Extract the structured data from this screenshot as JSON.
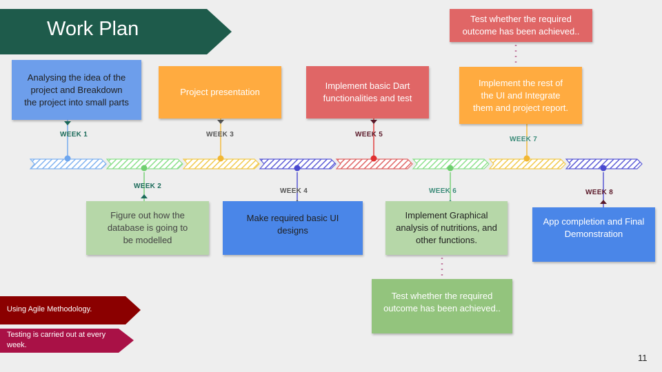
{
  "title": "Work Plan",
  "colors": {
    "title_banner": "#1e5b4b",
    "page_bg": "#eeeeee",
    "agile_banner": "#8b0000",
    "testing_banner": "#a91146"
  },
  "weeks": [
    {
      "label": "WEEK 1",
      "color": "#1b6b5a",
      "segment_color": "#7fb2f0",
      "dot": "#6ea6ee",
      "task": "Analysing the idea of the project and Breakdown the project into small parts",
      "box_color": "#6d9eeb",
      "text_color": "#1f1f1f"
    },
    {
      "label": "WEEK 2",
      "color": "#1b6b5a",
      "segment_color": "#8be08b",
      "dot": "#6fcf6f",
      "task": "Figure out how the database is going to be modelled",
      "box_color": "#b6d7a8",
      "text_color": "#444444"
    },
    {
      "label": "WEEK 3",
      "color": "#555555",
      "segment_color": "#f2c94c",
      "dot": "#f2b733",
      "task": "Project presentation",
      "box_color": "#ffab40",
      "text_color": "#ffffff"
    },
    {
      "label": "WEEK 4",
      "color": "#555555",
      "segment_color": "#5b5bd6",
      "dot": "#4a4ad0",
      "task": "Make required basic UI designs",
      "box_color": "#4a86e8",
      "text_color": "#1f1f1f"
    },
    {
      "label": "WEEK 5",
      "color": "#5b1a2a",
      "segment_color": "#e06666",
      "dot": "#e03131",
      "task": "Implement basic Dart functionalities and test",
      "box_color": "#e06666",
      "text_color": "#ffffff"
    },
    {
      "label": "WEEK 6",
      "color": "#3d8c7a",
      "segment_color": "#8be08b",
      "dot": "#6fcf6f",
      "task": "Implement Graphical analysis of nutritions, and other functions.",
      "box_color": "#b6d7a8",
      "text_color": "#1f1f1f"
    },
    {
      "label": "WEEK 7",
      "color": "#3d8c7a",
      "segment_color": "#f2c94c",
      "dot": "#f2b733",
      "task": "Implement the rest of the UI  and Integrate them and  project report.",
      "box_color": "#ffab40",
      "text_color": "#ffffff"
    },
    {
      "label": "WEEK 8",
      "color": "#5b1a2a",
      "segment_color": "#5b5bd6",
      "dot": "#4a4ad0",
      "task": "App completion and Final Demonstration",
      "box_color": "#4a86e8",
      "text_color": "#ffffff"
    }
  ],
  "test_notes": [
    {
      "text": "Test whether the required outcome has been achieved..",
      "box_color": "#e06666",
      "text_color": "#ffffff"
    },
    {
      "text": "Test whether the required outcome has been achieved..",
      "box_color": "#93c47d",
      "text_color": "#ffffff"
    }
  ],
  "agile_note": "Using Agile Methodology.",
  "testing_note": "Testing is carried out at every week.",
  "page_number": "11"
}
